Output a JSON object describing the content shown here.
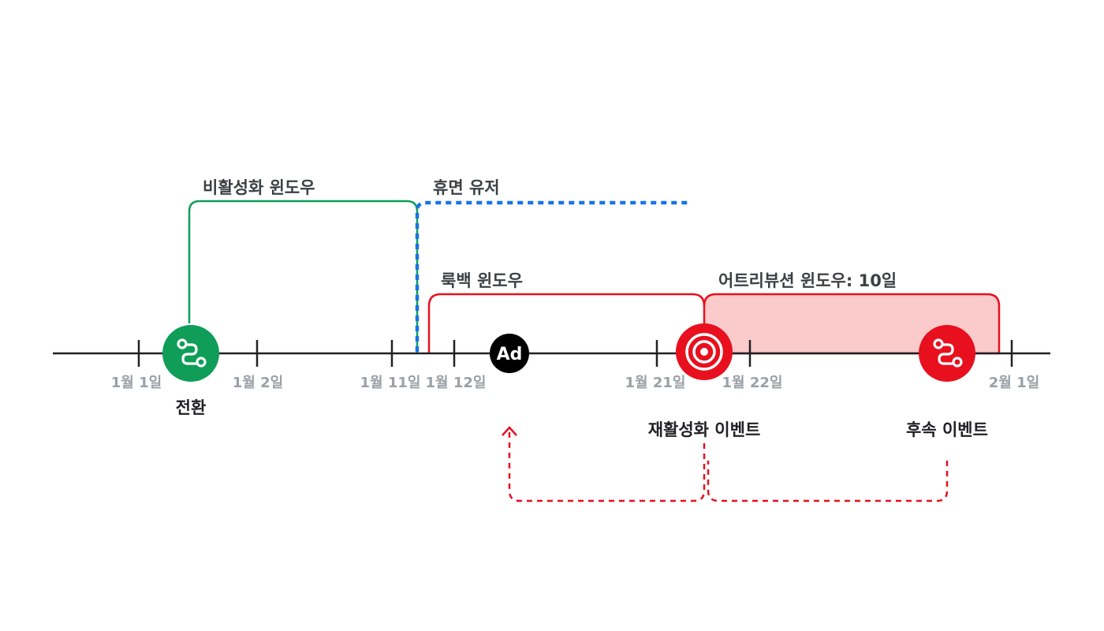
{
  "timeline": {
    "ticks": [
      {
        "id": "jan1",
        "label": "1월 1일"
      },
      {
        "id": "jan2",
        "label": "1월 2일"
      },
      {
        "id": "jan11",
        "label": "1월 11일"
      },
      {
        "id": "jan12",
        "label": "1월 12일"
      },
      {
        "id": "jan21",
        "label": "1월 21일"
      },
      {
        "id": "jan22",
        "label": "1월 22일"
      },
      {
        "id": "feb1",
        "label": "2월 1일"
      }
    ]
  },
  "windows": {
    "inactivity": {
      "label": "비활성화 윈도우",
      "color": "#0f9d58"
    },
    "dormant": {
      "label": "휴면 유저",
      "color": "#1a73e8"
    },
    "lookback": {
      "label": "룩백 윈도우",
      "color": "#e8101e"
    },
    "attribution": {
      "label": "어트리뷰션 윈도우: 10일",
      "color": "#e8101e",
      "fill": "#fbcaca"
    }
  },
  "events": {
    "conversion": {
      "label": "전환",
      "icon": "route-icon",
      "color": "#0f9d58"
    },
    "ad": {
      "badge": "Ad",
      "color": "#000000"
    },
    "reactivation": {
      "label": "재활성화 이벤트",
      "icon": "target-icon",
      "color": "#e8101e"
    },
    "follow_up": {
      "label": "후속 이벤트",
      "icon": "route-icon",
      "color": "#e8101e"
    }
  }
}
